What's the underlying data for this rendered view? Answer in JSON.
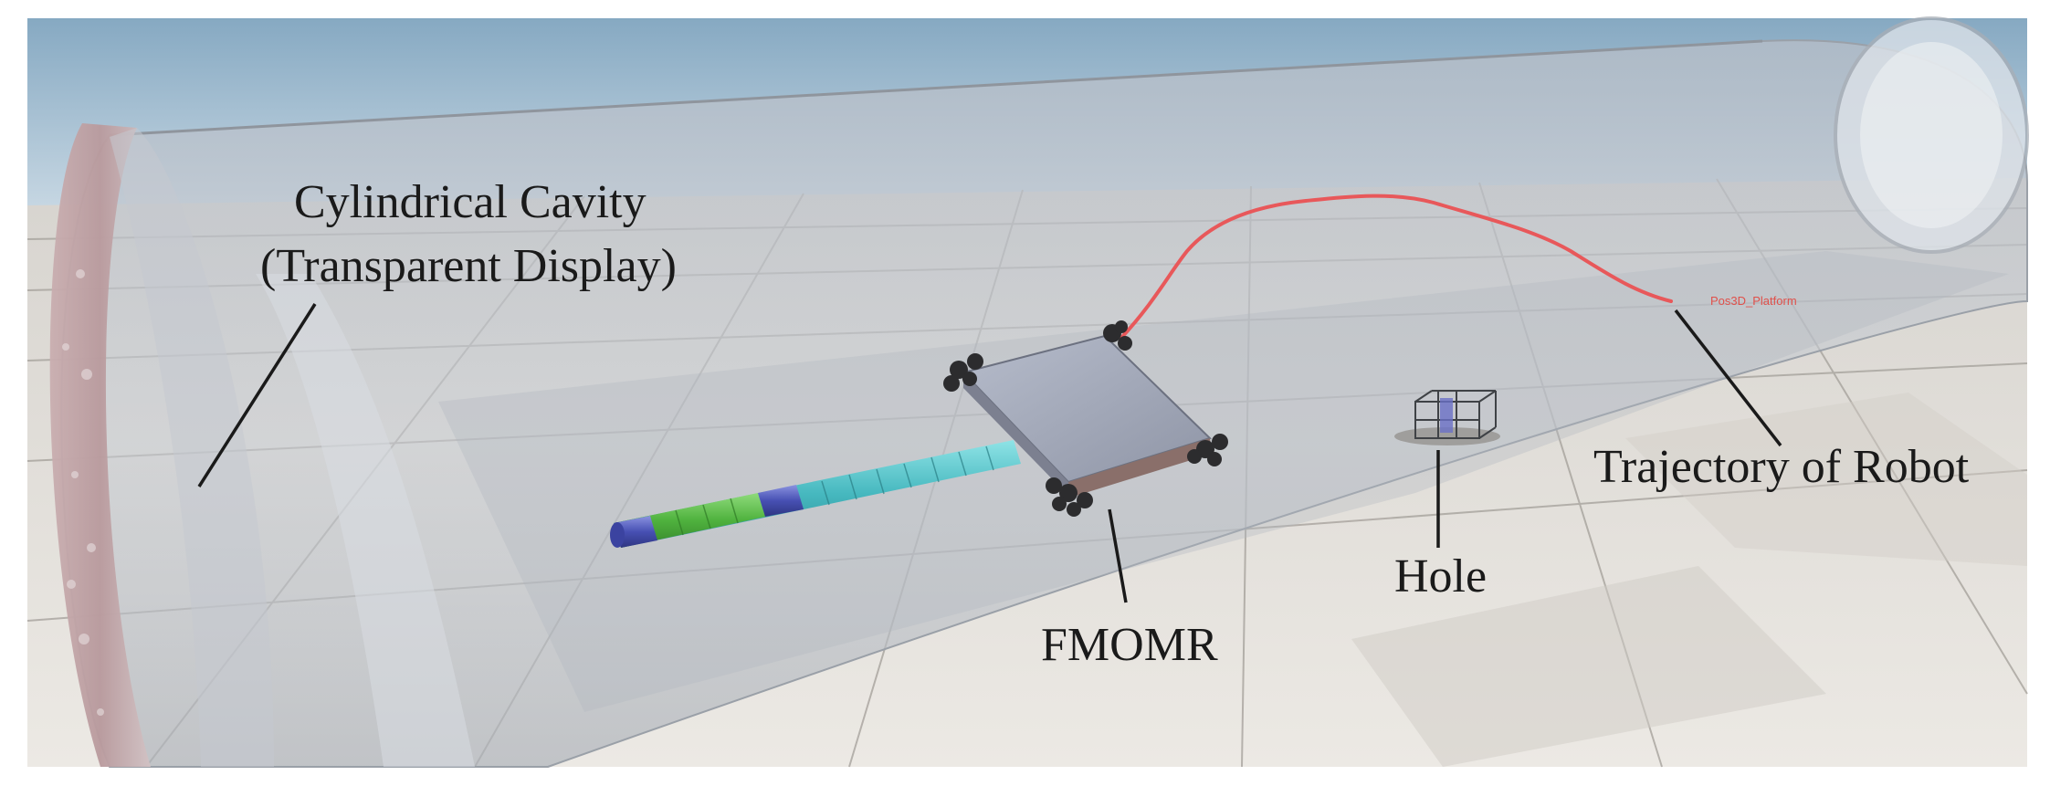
{
  "labels": {
    "cavity_line1": "Cylindrical Cavity",
    "cavity_line2": "(Transparent Display)",
    "trajectory": "Trajectory of Robot",
    "robot": "FMOMR",
    "hole": "Hole",
    "platform_marker": "Pos3D_Platform"
  },
  "colors": {
    "sky_top": "#8fb0c8",
    "sky_bottom": "#dde7ef",
    "floor_tile": "#e9e6e1",
    "floor_grout": "#9e9a94",
    "cavity_shell": "#c9ced6",
    "trajectory": "#e8585a",
    "robot_body": "#a3a9b9",
    "arm_cyan": "#4fc2c8",
    "arm_green": "#57b947",
    "arm_blue": "#4a55b8",
    "callout_line": "#1a1a1a"
  }
}
